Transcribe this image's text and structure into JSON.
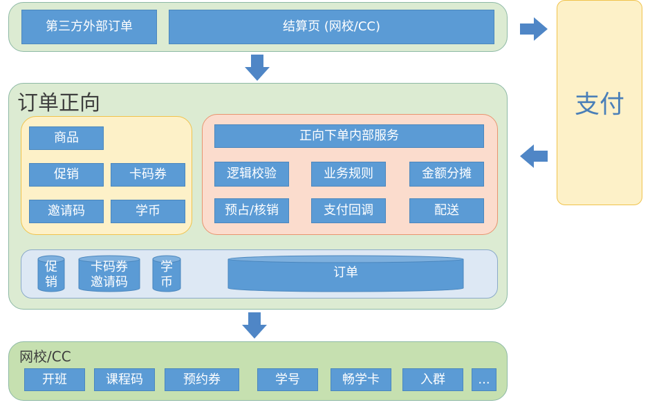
{
  "top": {
    "third_party_order": "第三方外部订单",
    "checkout": "结算页 (网校/CC)"
  },
  "payment": {
    "label": "支付"
  },
  "forward": {
    "title": "订单正向",
    "left_items": {
      "goods": "商品",
      "promo": "促销",
      "card_coupon": "卡码券",
      "invite_code": "邀请码",
      "coin": "学币"
    },
    "service": {
      "title": "正向下单内部服务",
      "items": [
        "逻辑校验",
        "业务规则",
        "金额分摊",
        "预占/核销",
        "支付回调",
        "配送"
      ]
    },
    "storage": {
      "promo": "促\n销",
      "card_invite": "卡码券\n邀请码",
      "coin": "学\n币",
      "order": "订单"
    }
  },
  "school": {
    "title": "网校/CC",
    "items": [
      "开班",
      "课程码",
      "预约券",
      "学号",
      "畅学卡",
      "入群",
      "..."
    ]
  },
  "colors": {
    "box_blue": "#5b9bd5",
    "panel_green": "#dcebd2",
    "panel_yellow": "#fdf1c8",
    "panel_peach": "#fbdccd",
    "arrow_blue": "#4f86c6"
  }
}
